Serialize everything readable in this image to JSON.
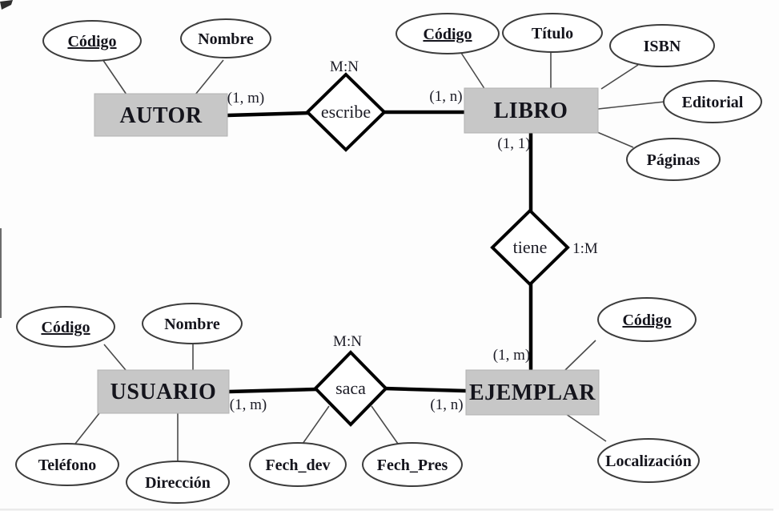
{
  "entities": {
    "autor": {
      "label": "AUTOR"
    },
    "libro": {
      "label": "LIBRO"
    },
    "usuario": {
      "label": "USUARIO"
    },
    "ejemplar": {
      "label": "EJEMPLAR"
    }
  },
  "relationships": {
    "escribe": {
      "label": "escribe",
      "ratio": "M:N",
      "card_autor": "(1, m)",
      "card_libro": "(1, n)"
    },
    "tiene": {
      "label": "tiene",
      "ratio": "1:M",
      "card_libro": "(1, 1)",
      "card_ejemplar": "(1, m)"
    },
    "saca": {
      "label": "saca",
      "ratio": "M:N",
      "card_usuario": "(1, m)",
      "card_ejemplar": "(1, n)"
    }
  },
  "attributes": {
    "autor_codigo": {
      "label": "Código",
      "key": true
    },
    "autor_nombre": {
      "label": "Nombre"
    },
    "libro_codigo": {
      "label": "Código",
      "key": true
    },
    "libro_titulo": {
      "label": "Título"
    },
    "libro_isbn": {
      "label": "ISBN"
    },
    "libro_editorial": {
      "label": "Editorial"
    },
    "libro_paginas": {
      "label": "Páginas"
    },
    "usuario_codigo": {
      "label": "Código",
      "key": true
    },
    "usuario_nombre": {
      "label": "Nombre"
    },
    "usuario_telefono": {
      "label": "Teléfono"
    },
    "usuario_direccion": {
      "label": "Dirección"
    },
    "saca_fech_dev": {
      "label": "Fech_dev"
    },
    "saca_fech_pres": {
      "label": "Fech_Pres"
    },
    "ejemplar_codigo": {
      "label": "Código",
      "key": true
    },
    "ejemplar_localizacion": {
      "label": "Localización"
    }
  },
  "colors": {
    "entity_fill": "#c7c7c7",
    "shape_stroke": "#3c3c3c",
    "relationship_stroke": "#000000",
    "text": "#14141c"
  }
}
